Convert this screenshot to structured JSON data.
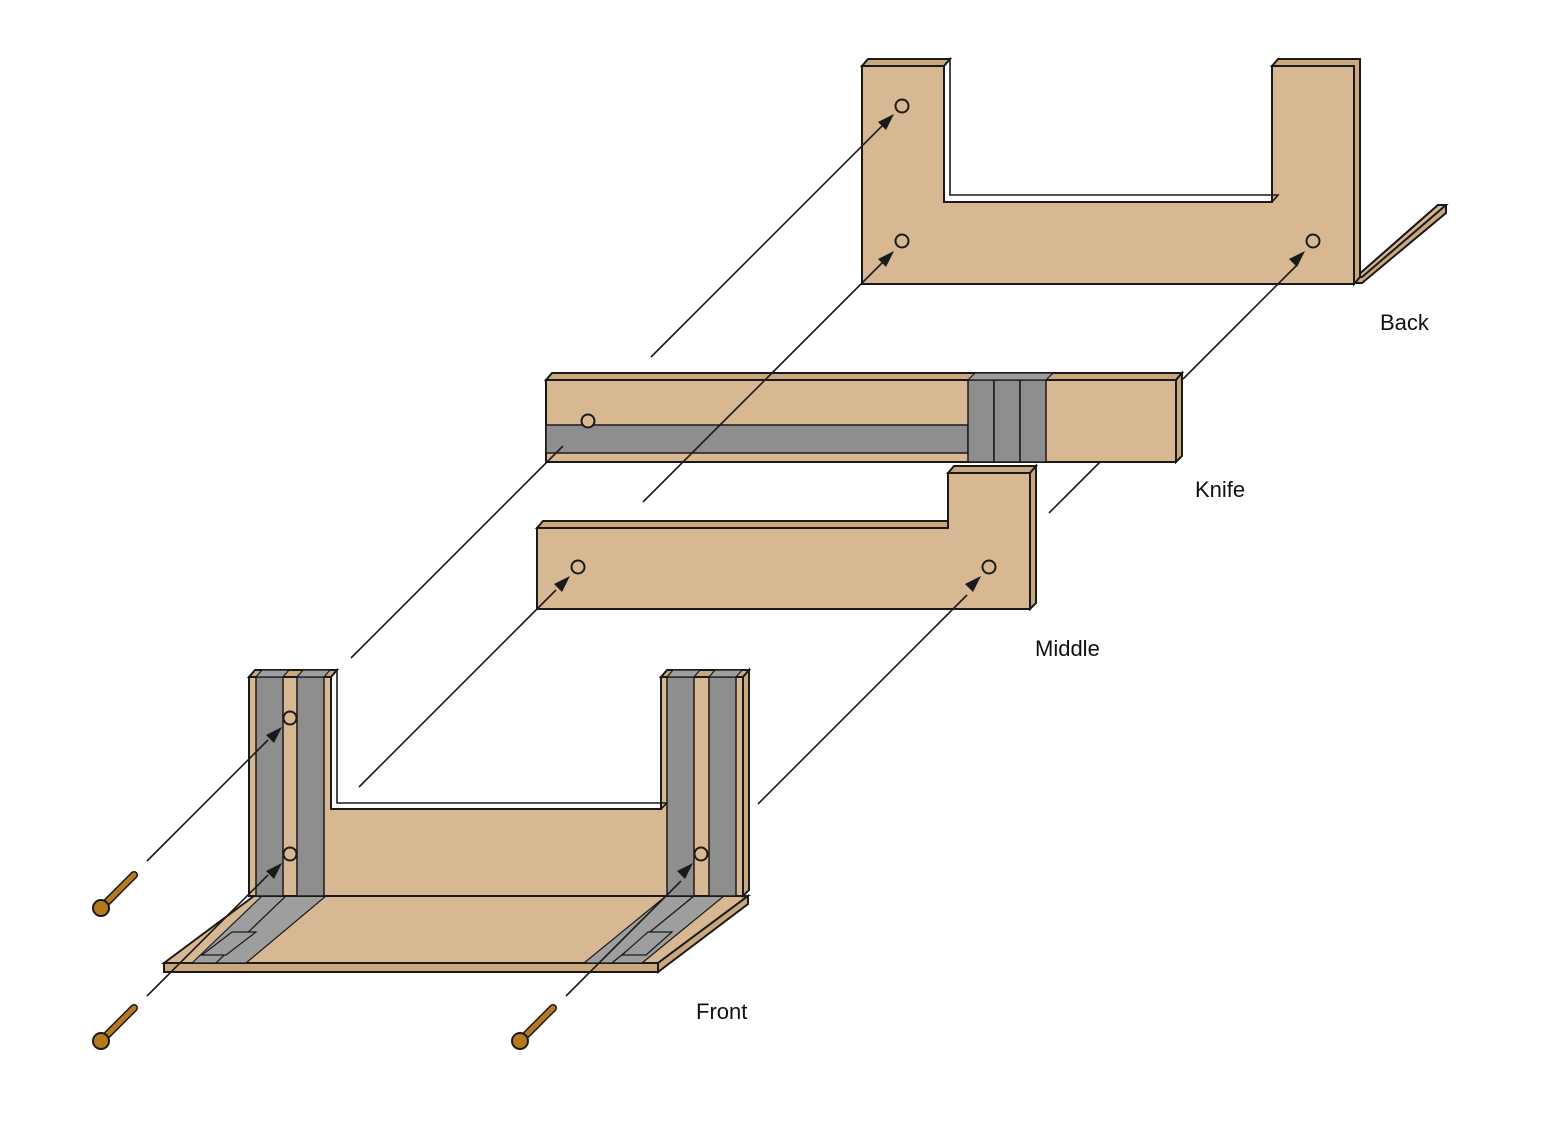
{
  "labels": {
    "back": "Back",
    "knife": "Knife",
    "middle": "Middle",
    "front": "Front"
  },
  "colors": {
    "wood": "#d8b892",
    "tape": "#8e8e8e",
    "screw": "#b47a1c",
    "outline": "#1a1a1a"
  }
}
